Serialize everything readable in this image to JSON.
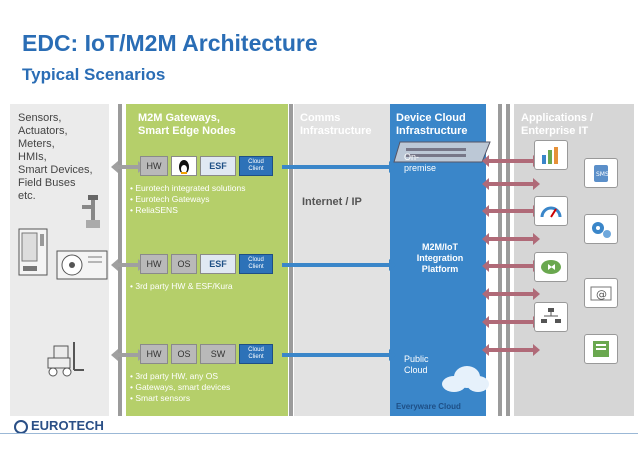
{
  "title": "EDC:  IoT/M2M Architecture",
  "subtitle": "Typical Scenarios",
  "columns": {
    "sensors": "Sensors,\nActuators,\nMeters,\nHMIs,\nSmart Devices,\nField Buses\netc.",
    "gateways": "M2M Gateways,\nSmart Edge Nodes",
    "comms": "Comms\nInfrastructure",
    "cloud": "Device Cloud\nInfrastructure",
    "apps": "Applications /\nEnterprise IT"
  },
  "rows": [
    {
      "chips": [
        "HW",
        "",
        "ESF"
      ],
      "cloud": "Cloud Client",
      "bullets": [
        "Eurotech integrated solutions",
        "Eurotech Gateways",
        "ReliaSENS"
      ]
    },
    {
      "chips": [
        "HW",
        "OS",
        "ESF"
      ],
      "cloud": "Cloud Client",
      "bullets": [
        "3rd party HW & ESF/Kura"
      ]
    },
    {
      "chips": [
        "HW",
        "OS",
        "SW"
      ],
      "cloud": "Cloud Client",
      "bullets": [
        "3rd party HW, any OS",
        "Gateways, smart devices",
        "Smart sensors"
      ]
    }
  ],
  "comms_label": "Internet / IP",
  "cloud_labels": {
    "onpremise": "On-\npremise",
    "platform": "M2M/IoT\nIntegration\nPlatform",
    "public": "Public\nCloud",
    "everyware": "Everyware Cloud"
  },
  "app_icons": [
    "chart-icon",
    "sms-icon",
    "gauge-icon",
    "gears-icon",
    "chat-icon",
    "mail-icon",
    "org-chart-icon",
    "notes-icon"
  ],
  "footer": "EUROTECH",
  "colors": {
    "title": "#2a6db5",
    "gateway": "#b5cf6a",
    "cloud": "#3a86c9",
    "red_arrow": "#b06a78"
  }
}
